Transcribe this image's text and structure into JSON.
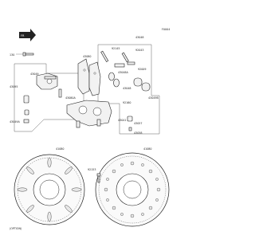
{
  "diagram": {
    "code": "F0004",
    "callouts": {
      "c130": "130",
      "c43049": "43049",
      "c43080": "43080",
      "c43095": "43095",
      "c43049a": "43049A",
      "c43080a": "43080A",
      "c92145": "92145",
      "c92043": "92043",
      "c92009": "92009",
      "c43048": "43048",
      "c43048a": "43048A",
      "c92160": "92160",
      "c43049b": "43049B",
      "c43041": "43041",
      "c43057": "43057",
      "c43058": "43058",
      "c49006": "49006",
      "c41080": "41080",
      "c92153": "92153",
      "c41080b": "41080"
    },
    "option_label": "(OPTION)"
  }
}
